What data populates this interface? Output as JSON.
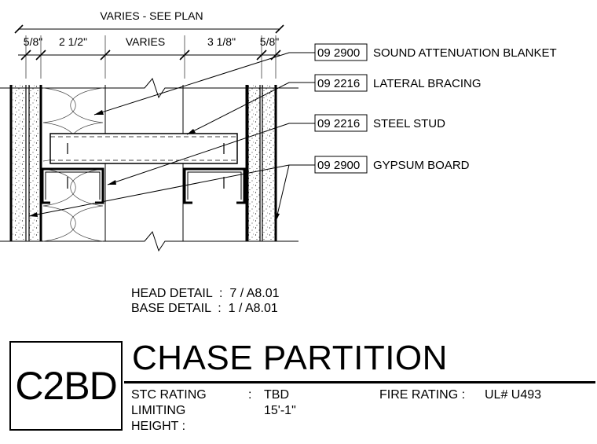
{
  "dimensions": {
    "overall": "VARIES - SEE PLAN",
    "segments": [
      "5/8\"",
      "2 1/2\"",
      "VARIES",
      "3 1/8\"",
      "5/8\""
    ]
  },
  "callouts": [
    {
      "code": "09 2900",
      "label": "SOUND ATTENUATION BLANKET"
    },
    {
      "code": "09 2216",
      "label": "LATERAL BRACING"
    },
    {
      "code": "09 2216",
      "label": "STEEL STUD"
    },
    {
      "code": "09 2900",
      "label": "GYPSUM BOARD"
    }
  ],
  "details": {
    "head_label": "HEAD DETAIL",
    "head_ref": "7 / A8.01",
    "base_label": "BASE DETAIL",
    "base_ref": "1 / A8.01"
  },
  "tag": "C2BD",
  "title": "CHASE PARTITION",
  "ratings": {
    "stc_label": "STC RATING",
    "stc_value": "TBD",
    "limiting_label_1": "LIMITING",
    "limiting_label_2": "HEIGHT  :",
    "limiting_value": "15'-1\"",
    "fire_label": "FIRE RATING :",
    "fire_value": "UL# U493"
  }
}
